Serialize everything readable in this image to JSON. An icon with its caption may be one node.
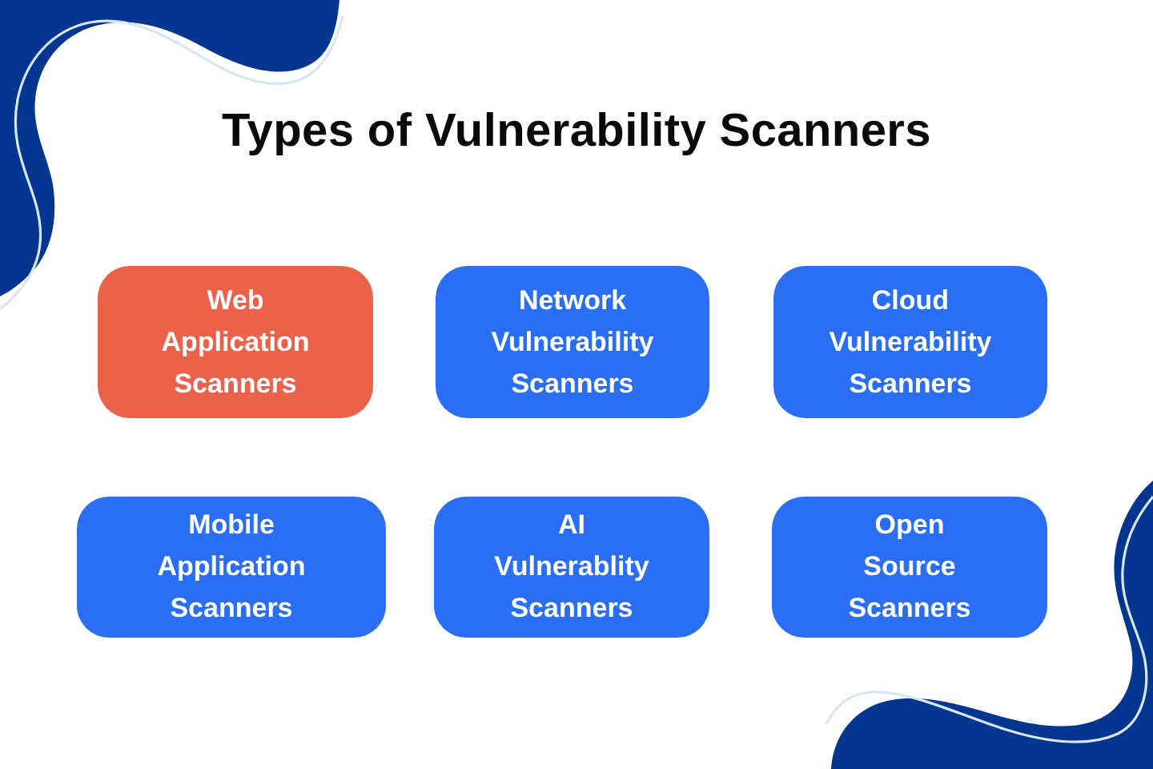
{
  "diagram": {
    "title": "Types of Vulnerability Scanners",
    "nodes": [
      {
        "text": [
          "Web Application Scanners"
        ]
      },
      {
        "text": [
          "Network Vulnerability Scanners"
        ]
      },
      {
        "text": [
          "Cloud Vulnerability Scanners"
        ]
      },
      {
        "text": [
          "Mobile Application Scanners"
        ]
      },
      {
        "text": [
          "AI Vulnerablity Scanners"
        ]
      },
      {
        "text": [
          "Open Source Scanners"
        ]
      }
    ]
  }
}
